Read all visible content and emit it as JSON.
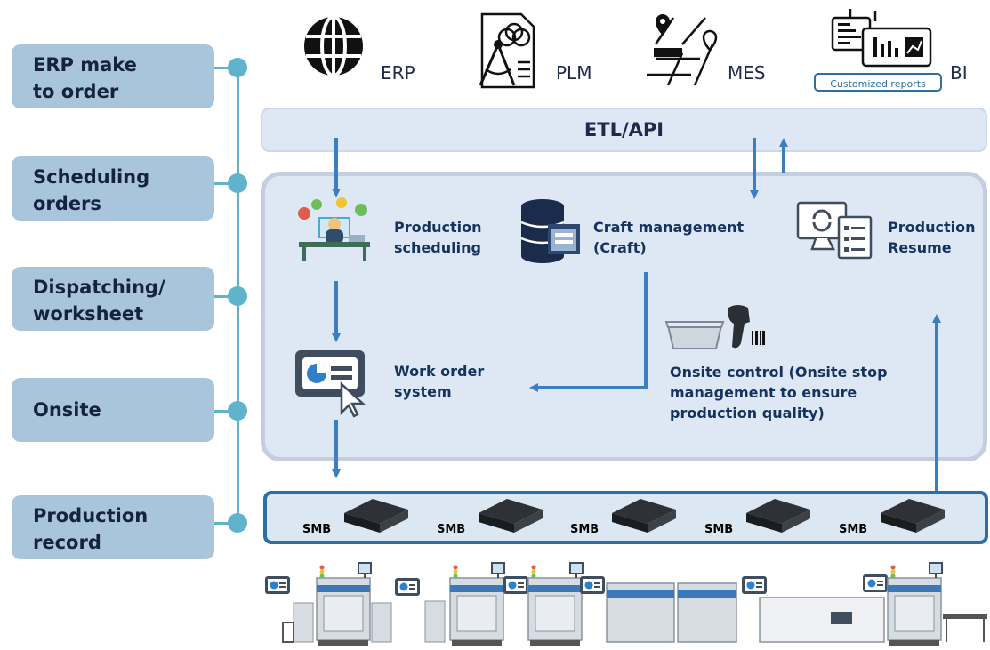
{
  "stages": [
    {
      "line1": "ERP make",
      "line2": "to order"
    },
    {
      "line1": "Scheduling",
      "line2": "orders"
    },
    {
      "line1": "Dispatching/",
      "line2": "worksheet"
    },
    {
      "line1": "Onsite"
    },
    {
      "line1": "Production",
      "line2": "record"
    }
  ],
  "systems": {
    "erp": "ERP",
    "plm": "PLM",
    "mes": "MES",
    "bi": "BI",
    "customized_reports": "Customized reports"
  },
  "etl_bar": "ETL/API",
  "nodes": {
    "production_scheduling": {
      "line1": "Production",
      "line2": "scheduling"
    },
    "craft_management": {
      "line1": "Craft management",
      "line2": "(Craft)"
    },
    "production_resume": {
      "line1": "Production",
      "line2": "Resume"
    },
    "work_order": {
      "line1": "Work order",
      "line2": "system"
    },
    "onsite_control": {
      "line1": "Onsite control (Onsite stop",
      "line2": "management to ensure",
      "line3": "production quality)"
    }
  },
  "smb_boxes": [
    "SMB",
    "SMB",
    "SMB",
    "SMB",
    "SMB"
  ],
  "colors": {
    "stage_fill": "#a9c5dc",
    "connector": "#5fb3cc",
    "panel_fill": "#dde8f4",
    "arrow": "#3a7fc1",
    "smb_border": "#2f6da6"
  }
}
